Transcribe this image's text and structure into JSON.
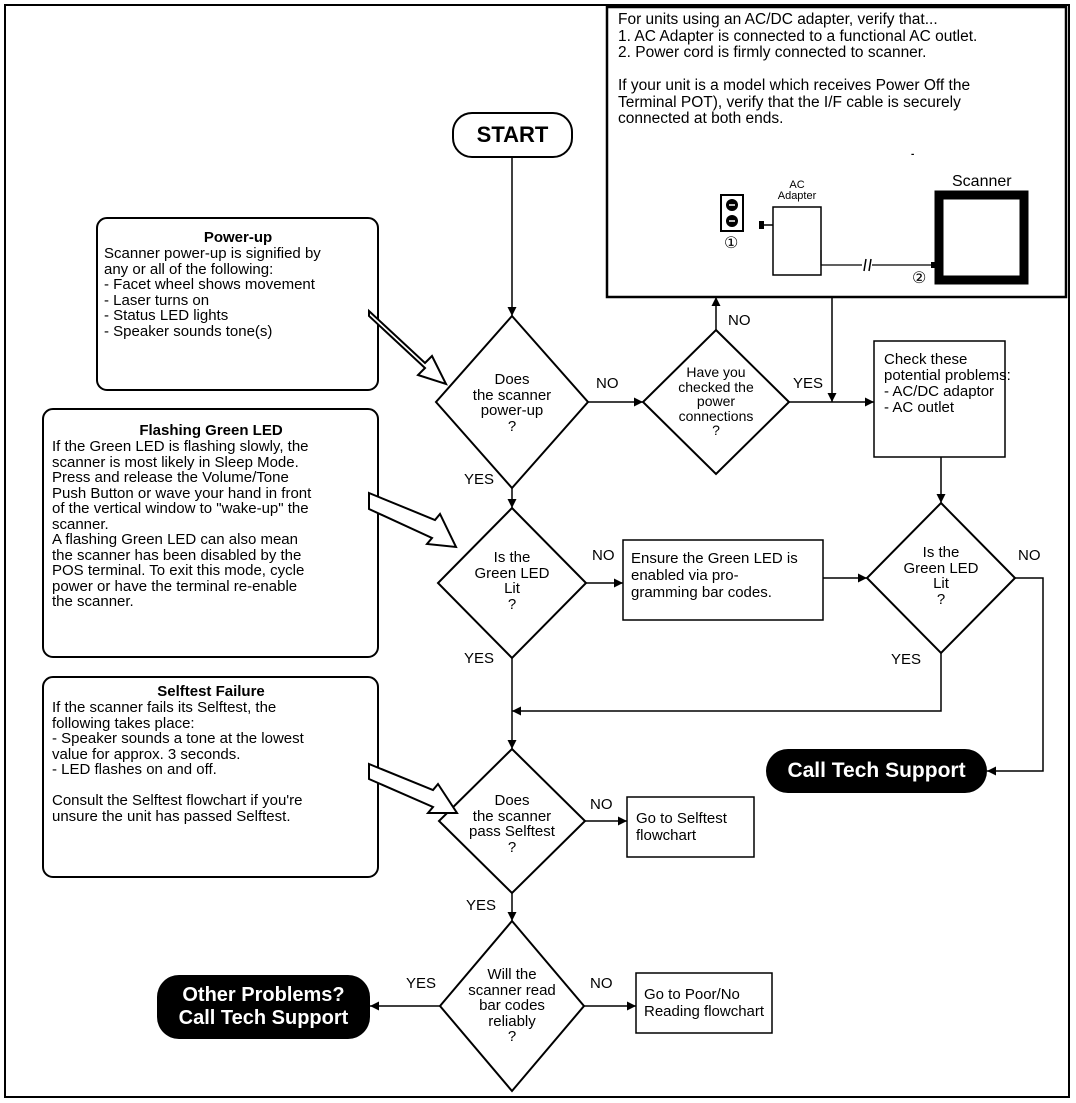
{
  "start": {
    "label": "START"
  },
  "power_up_note": {
    "title": "Power-up",
    "lines": [
      "Scanner power-up is signified by",
      "any or all of the following:",
      "- Facet wheel shows movement",
      "- Laser turns on",
      "- Status LED lights",
      "- Speaker sounds tone(s)"
    ]
  },
  "flashing_led_note": {
    "title": "Flashing Green LED",
    "lines": [
      "If the Green LED is flashing slowly, the",
      "scanner is most likely in Sleep Mode.",
      "Press and release the Volume/Tone",
      "Push Button or wave your hand in front",
      "of the vertical window to \"wake-up\" the",
      "scanner.",
      "A flashing Green LED can also mean",
      "the scanner has been disabled by the",
      "POS terminal. To exit this mode, cycle",
      "power or have the terminal re-enable",
      "the scanner."
    ]
  },
  "selftest_failure_note": {
    "title": "Selftest Failure",
    "lines": [
      "If the scanner fails its Selftest, the",
      "following takes place:",
      "- Speaker sounds a tone at the lowest",
      "value for approx. 3 seconds.",
      "- LED flashes on and off.",
      "",
      "Consult the Selftest flowchart if you're",
      "unsure the unit has passed Selftest."
    ]
  },
  "power_info_box": {
    "lines": [
      "For units using an AC/DC adapter, verify that...",
      "1. AC Adapter is connected to a functional AC outlet.",
      "2. Power cord is firmly connected to scanner.",
      "",
      "If your unit is a model which receives Power Off the",
      "Terminal POT), verify that the I/F cable is securely",
      "connected at both ends."
    ],
    "ac_adapter_label": [
      "AC",
      "Adapter"
    ],
    "scanner_label": "Scanner",
    "marker_1": "①",
    "marker_2": "②",
    "dot": "-"
  },
  "decisions": {
    "power_up": [
      "Does",
      "the scanner",
      "power-up",
      "?"
    ],
    "power_connections": [
      "Have you",
      "checked the",
      "power",
      "connections",
      "?"
    ],
    "green_led_1": [
      "Is the",
      "Green LED",
      "Lit",
      "?"
    ],
    "green_led_2": [
      "Is the",
      "Green LED",
      "Lit",
      "?"
    ],
    "pass_selftest": [
      "Does",
      "the scanner",
      "pass Selftest",
      "?"
    ],
    "read_barcodes": [
      "Will the",
      "scanner read",
      "bar codes",
      "reliably",
      "?"
    ]
  },
  "processes": {
    "check_problems": [
      "Check these",
      "potential problems:",
      "- AC/DC adaptor",
      "- AC outlet"
    ],
    "ensure_led": [
      "Ensure the Green LED is",
      "enabled via pro-",
      "gramming bar codes."
    ],
    "selftest_flowchart": [
      "Go to Selftest",
      "flowchart"
    ],
    "poor_reading": [
      "Go to Poor/No",
      "Reading flowchart"
    ]
  },
  "terminals": {
    "call_tech_support": "Call Tech Support",
    "other_problems": [
      "Other Problems?",
      "Call Tech Support"
    ]
  },
  "edge_labels": {
    "power_up_no": "NO",
    "connections_no": "NO",
    "connections_yes": "YES",
    "power_up_yes": "YES",
    "led1_no": "NO",
    "led1_yes": "YES",
    "led2_no": "NO",
    "led2_yes": "YES",
    "selftest_no": "NO",
    "selftest_yes": "YES",
    "read_yes": "YES",
    "read_no": "NO"
  }
}
